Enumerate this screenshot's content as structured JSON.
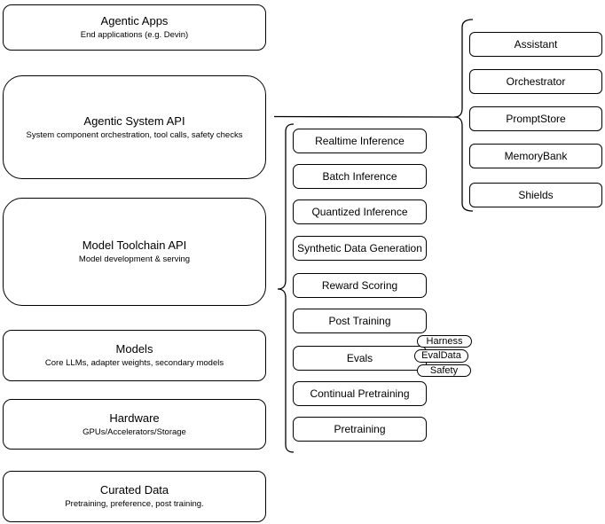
{
  "nodes": {
    "left": [
      {
        "title": "Agentic Apps",
        "subtitle": "End applications (e.g. Devin)"
      },
      {
        "title": "Agentic System API",
        "subtitle": "System component orchestration, tool calls, safety checks"
      },
      {
        "title": "Model Toolchain API",
        "subtitle": "Model development & serving"
      },
      {
        "title": "Models",
        "subtitle": "Core LLMs, adapter weights, secondary models"
      },
      {
        "title": "Hardware",
        "subtitle": "GPUs/Accelerators/Storage"
      },
      {
        "title": "Curated Data",
        "subtitle": "Pretraining, preference, post training."
      }
    ],
    "toolchain": [
      "Realtime Inference",
      "Batch Inference",
      "Quantized Inference",
      "Synthetic Data Generation",
      "Reward Scoring",
      "Post Training",
      "Evals",
      "Continual Pretraining",
      "Pretraining"
    ],
    "eval_tags": [
      "Harness",
      "EvalData",
      "Safety"
    ],
    "components": [
      "Assistant",
      "Orchestrator",
      "PromptStore",
      "MemoryBank",
      "Shields"
    ]
  },
  "colors": {
    "stroke": "#000000",
    "node_fill": "#ffffff",
    "background": "#ffffff",
    "text": "#000000"
  }
}
